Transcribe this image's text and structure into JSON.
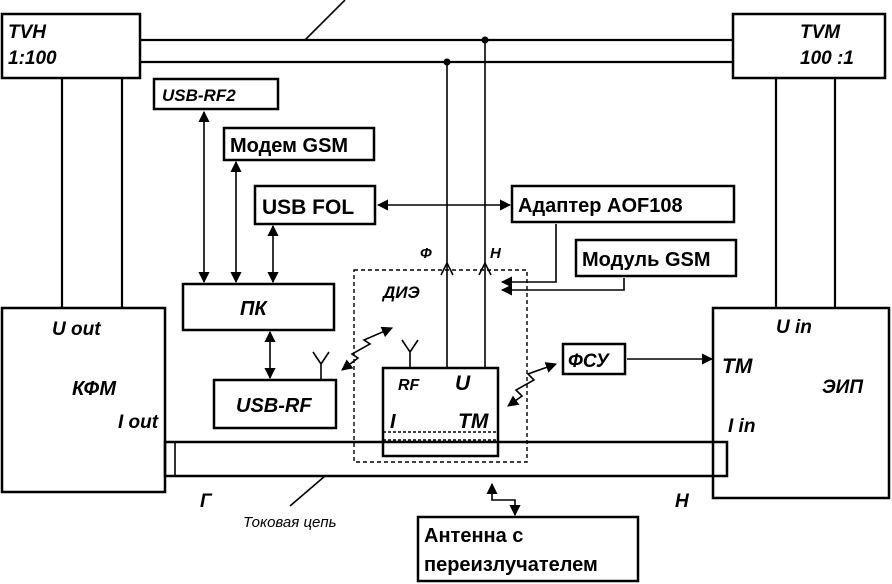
{
  "blocks": {
    "tvh": {
      "line1": "TVH",
      "line2": "1:100"
    },
    "tvm": {
      "line1": "TVM",
      "line2": "100 :1"
    },
    "usb_rf2": "USB-RF2",
    "modem_gsm": "Модем GSM",
    "usb_fol": "USB FOL",
    "adapter": "Адаптер AOF108",
    "module_gsm": "Модуль GSM",
    "pk": "ПК",
    "usb_rf": "USB-RF",
    "kfm": {
      "u_out": "U out",
      "name": "КФМ",
      "i_out": "I out"
    },
    "eip": {
      "u_in": "U in",
      "tm": "TM",
      "name": "ЭИП",
      "i_in": "I in"
    },
    "die": {
      "label": "ДИЭ",
      "rf": "RF",
      "u": "U",
      "i": "I",
      "tm": "TM"
    },
    "fsu": "ФСУ",
    "antenna": {
      "line1": "Антенна с",
      "line2": "переизлучателем"
    }
  },
  "labels": {
    "phi": "Ф",
    "h_top": "Н",
    "g": "Г",
    "h_bottom": "Н",
    "current_circuit": "Токовая цепь"
  }
}
